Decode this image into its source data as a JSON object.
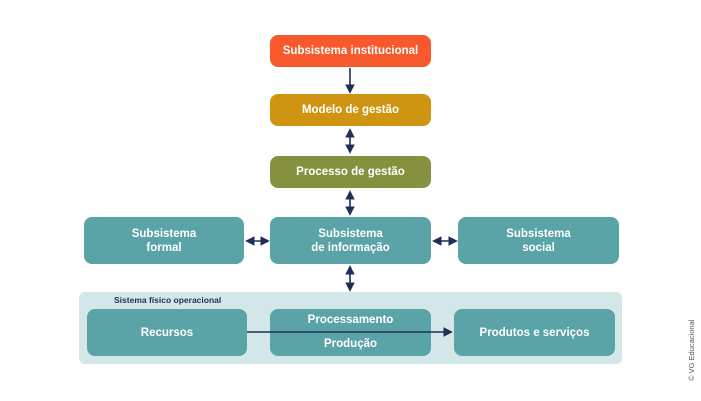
{
  "colors": {
    "institutional": "#f7582c",
    "gestao": "#cf9512",
    "processo": "#86913f",
    "teal": "#5aa3a6",
    "panel": "#d3e7e8",
    "arrow": "#1e2f55"
  },
  "nodes": {
    "institucional": "Subsistema institucional",
    "modelo": "Modelo de gestão",
    "processo": "Processo de gestão",
    "formal": [
      "Subsistema",
      "formal"
    ],
    "informacao": [
      "Subsistema",
      "de informação"
    ],
    "social": [
      "Subsistema",
      "social"
    ],
    "recursos": "Recursos",
    "processamento": "Processamento",
    "producao": "Produção",
    "produtos": "Produtos e serviços"
  },
  "panel_label": "Sistema físico operacional",
  "credit": "© VG Educacional"
}
